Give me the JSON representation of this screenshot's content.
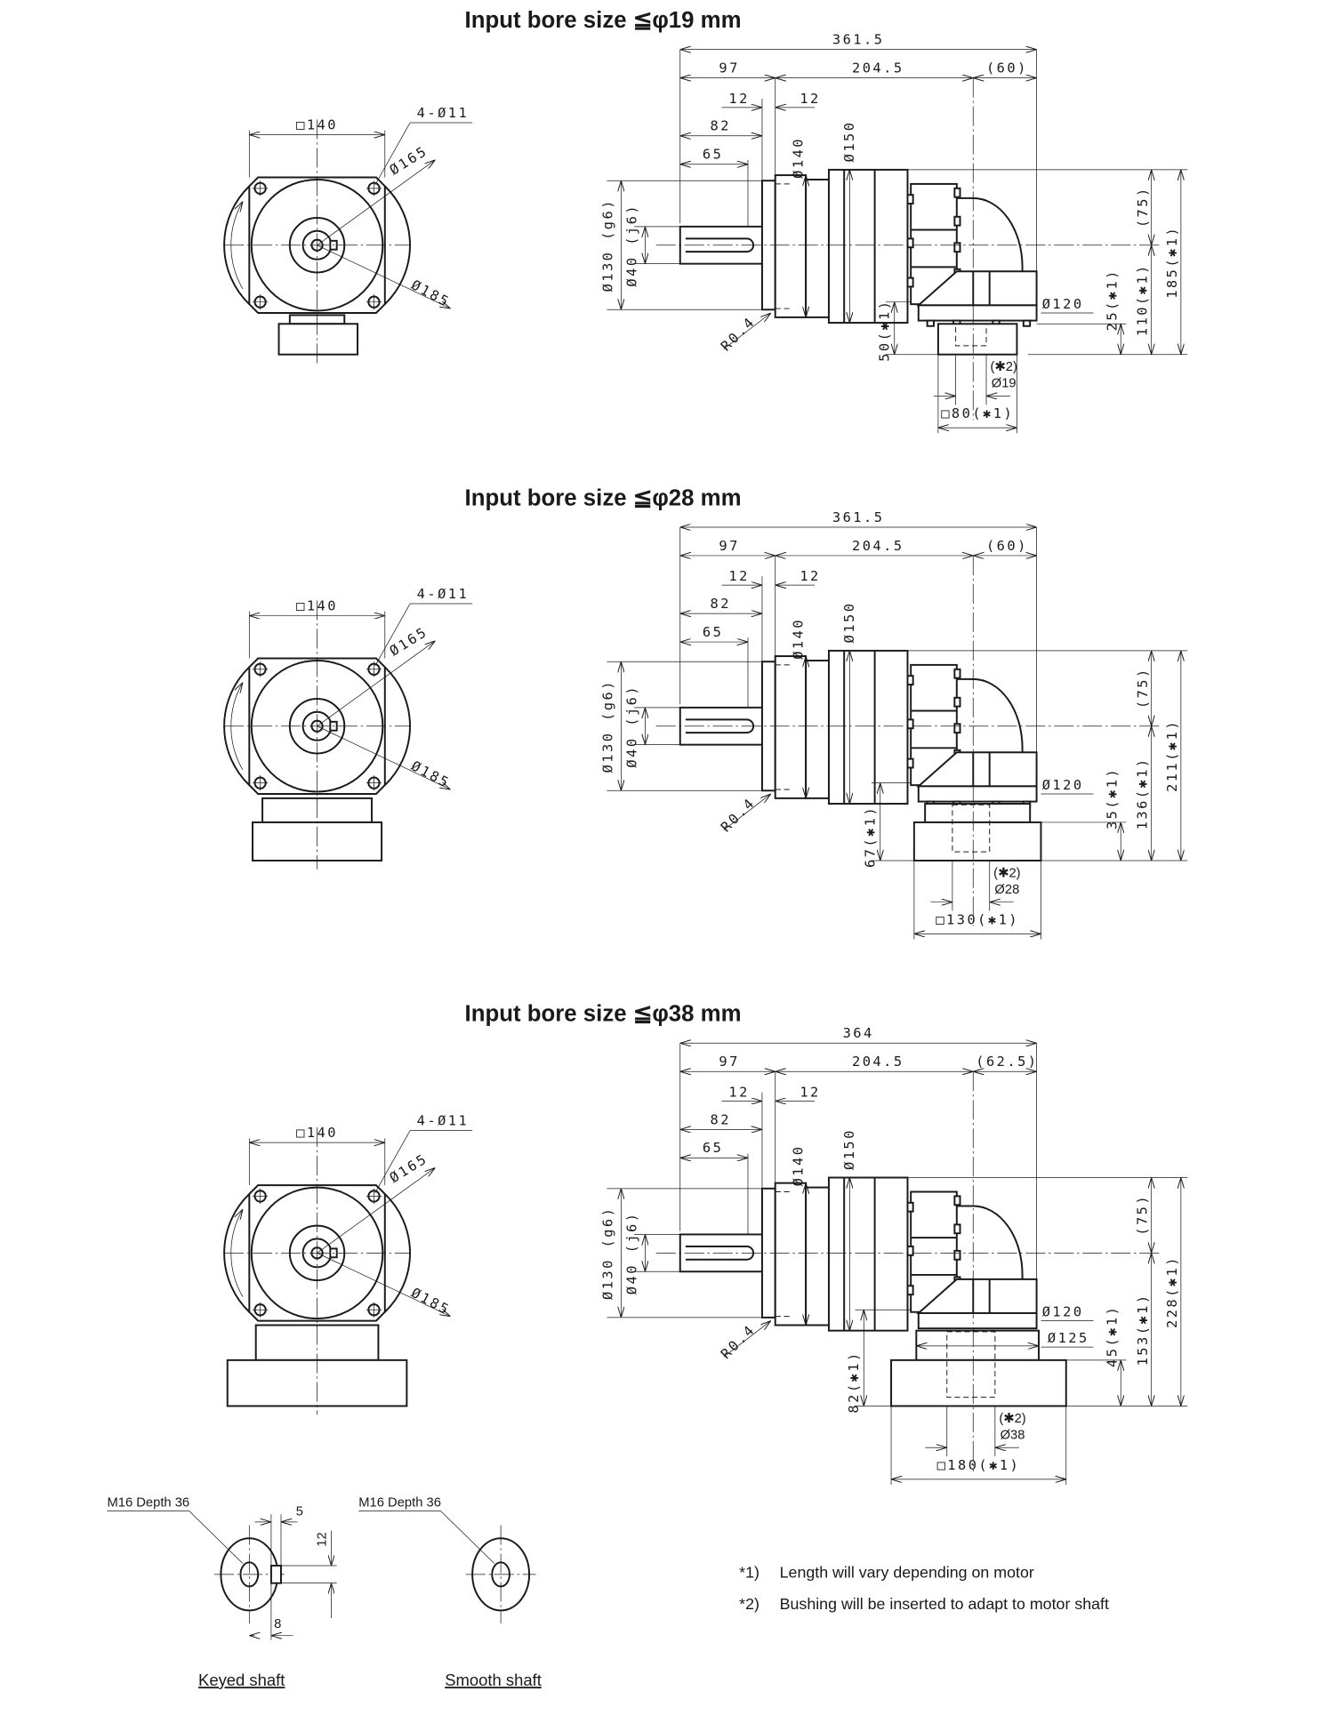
{
  "sections": [
    {
      "title": "Input bore size  ≦φ19 mm",
      "front": {
        "square": "□140",
        "holes": "4-Ø11",
        "pcd": "Ø165",
        "outer": "Ø185"
      },
      "side": {
        "overall": "361.5",
        "d97": "97",
        "d204": "204.5",
        "tail": "(60)",
        "d12a": "12",
        "d12b": "12",
        "d82": "82",
        "d65": "65",
        "d140": "Ø140",
        "d150": "Ø150",
        "d130": "Ø130 (g6)",
        "d40": "Ø40 (j6)",
        "r": "R0.4",
        "h75": "(75)",
        "htotal": "185(✱1)",
        "hlow": "110(✱1)",
        "hsub": "25(✱1)",
        "hleft": "50(✱1)",
        "d120": "Ø120",
        "bore_note": "(✱2)",
        "bore": "Ø19",
        "motor_sq": "□80(✱1)"
      }
    },
    {
      "title": "Input bore size  ≦φ28 mm",
      "front": {
        "square": "□140",
        "holes": "4-Ø11",
        "pcd": "Ø165",
        "outer": "Ø185"
      },
      "side": {
        "overall": "361.5",
        "d97": "97",
        "d204": "204.5",
        "tail": "(60)",
        "d12a": "12",
        "d12b": "12",
        "d82": "82",
        "d65": "65",
        "d140": "Ø140",
        "d150": "Ø150",
        "d130": "Ø130 (g6)",
        "d40": "Ø40 (j6)",
        "r": "R0.4",
        "h75": "(75)",
        "htotal": "211(✱1)",
        "hlow": "136(✱1)",
        "hsub": "35(✱1)",
        "hleft": "67(✱1)",
        "d120": "Ø120",
        "bore_note": "(✱2)",
        "bore": "Ø28",
        "motor_sq": "□130(✱1)"
      }
    },
    {
      "title": "Input bore size  ≦φ38 mm",
      "front": {
        "square": "□140",
        "holes": "4-Ø11",
        "pcd": "Ø165",
        "outer": "Ø185"
      },
      "side": {
        "overall": "364",
        "d97": "97",
        "d204": "204.5",
        "tail": "(62.5)",
        "d12a": "12",
        "d12b": "12",
        "d82": "82",
        "d65": "65",
        "d140": "Ø140",
        "d150": "Ø150",
        "d130": "Ø130 (g6)",
        "d40": "Ø40 (j6)",
        "r": "R0.4",
        "h75": "(75)",
        "htotal": "228(✱1)",
        "hlow": "153(✱1)",
        "hsub": "45(✱1)",
        "hleft": "82(✱1)",
        "d120": "Ø120",
        "d125": "Ø125",
        "bore_note": "(✱2)",
        "bore": "Ø38",
        "motor_sq": "□180(✱1)"
      }
    }
  ],
  "shaft_details": {
    "keyed": {
      "thread": "M16 Depth 36",
      "key_width": "5",
      "key_height": "12",
      "key_offset": "8",
      "label": "Keyed shaft"
    },
    "smooth": {
      "thread": "M16 Depth 36",
      "label": "Smooth shaft"
    }
  },
  "notes": [
    {
      "mark": "*1)",
      "text": "Length will vary depending on motor"
    },
    {
      "mark": "*2)",
      "text": "Bushing will be inserted to adapt to motor shaft"
    }
  ]
}
